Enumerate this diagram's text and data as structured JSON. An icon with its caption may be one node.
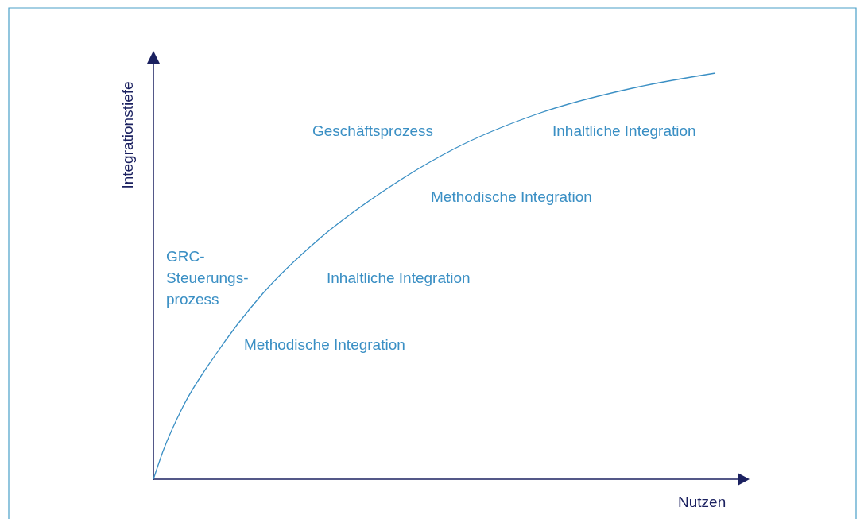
{
  "diagram": {
    "labels": [
      "Integrationstiefe",
      "Geschäftsprozess",
      "Inhaltliche Integration",
      "Methodische Integration",
      "GRC- Steuerungs- prozess",
      "Inhaltliche Integration",
      "Methodische Integration",
      "Nutzen"
    ]
  }
}
